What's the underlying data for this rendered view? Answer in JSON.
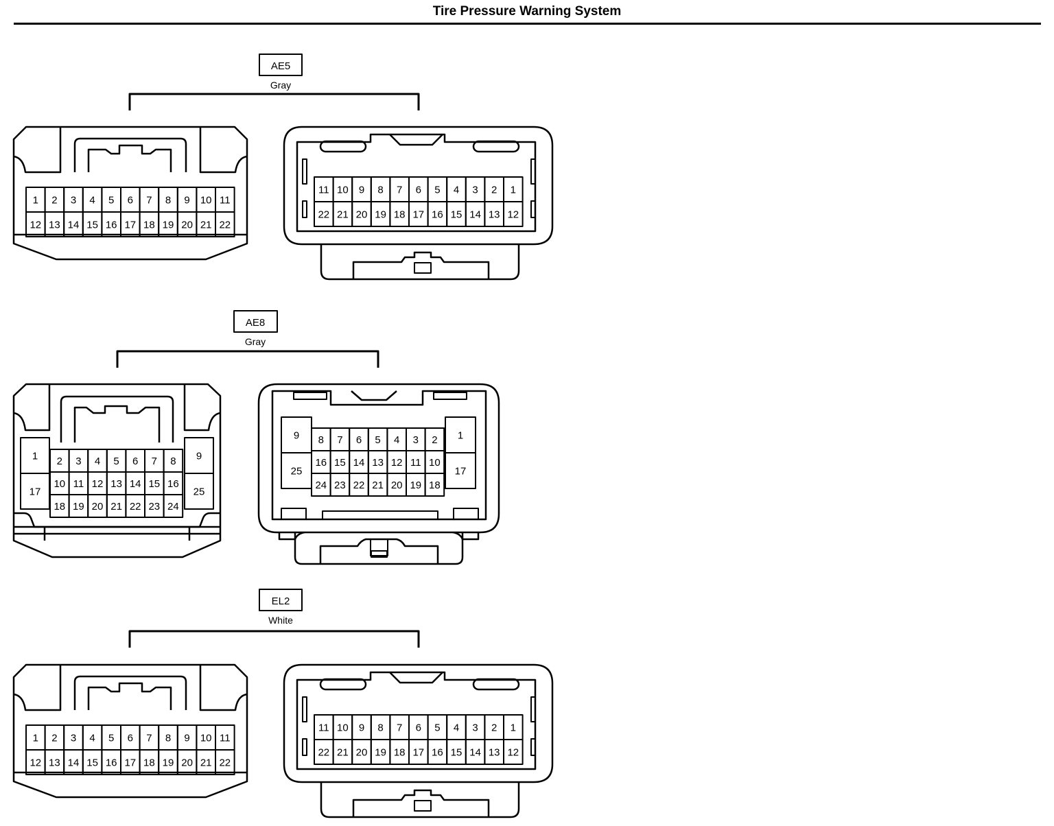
{
  "title": "Tire Pressure Warning System",
  "connectors": [
    {
      "id": "ae5",
      "code": "AE5",
      "color": "Gray",
      "male_rows": [
        [
          "1",
          "2",
          "3",
          "4",
          "5",
          "6",
          "7",
          "8",
          "9",
          "10",
          "11"
        ],
        [
          "12",
          "13",
          "14",
          "15",
          "16",
          "17",
          "18",
          "19",
          "20",
          "21",
          "22"
        ]
      ],
      "female_rows": [
        [
          "11",
          "10",
          "9",
          "8",
          "7",
          "6",
          "5",
          "4",
          "3",
          "2",
          "1"
        ],
        [
          "22",
          "21",
          "20",
          "19",
          "18",
          "17",
          "16",
          "15",
          "14",
          "13",
          "12"
        ]
      ]
    },
    {
      "id": "ae8",
      "code": "AE8",
      "color": "Gray",
      "male": {
        "left_tall": [
          "1",
          "17"
        ],
        "right_tall": [
          "9",
          "25"
        ],
        "rows": [
          [
            "2",
            "3",
            "4",
            "5",
            "6",
            "7",
            "8"
          ],
          [
            "10",
            "11",
            "12",
            "13",
            "14",
            "15",
            "16"
          ],
          [
            "18",
            "19",
            "20",
            "21",
            "22",
            "23",
            "24"
          ]
        ]
      },
      "female": {
        "left_tall": [
          "9",
          "25"
        ],
        "right_tall": [
          "1",
          "17"
        ],
        "rows": [
          [
            "8",
            "7",
            "6",
            "5",
            "4",
            "3",
            "2"
          ],
          [
            "16",
            "15",
            "14",
            "13",
            "12",
            "11",
            "10"
          ],
          [
            "24",
            "23",
            "22",
            "21",
            "20",
            "19",
            "18"
          ]
        ]
      }
    },
    {
      "id": "el2",
      "code": "EL2",
      "color": "White",
      "male_rows": [
        [
          "1",
          "2",
          "3",
          "4",
          "5",
          "6",
          "7",
          "8",
          "9",
          "10",
          "11"
        ],
        [
          "12",
          "13",
          "14",
          "15",
          "16",
          "17",
          "18",
          "19",
          "20",
          "21",
          "22"
        ]
      ],
      "female_rows": [
        [
          "11",
          "10",
          "9",
          "8",
          "7",
          "6",
          "5",
          "4",
          "3",
          "2",
          "1"
        ],
        [
          "22",
          "21",
          "20",
          "19",
          "18",
          "17",
          "16",
          "15",
          "14",
          "13",
          "12"
        ]
      ]
    }
  ]
}
